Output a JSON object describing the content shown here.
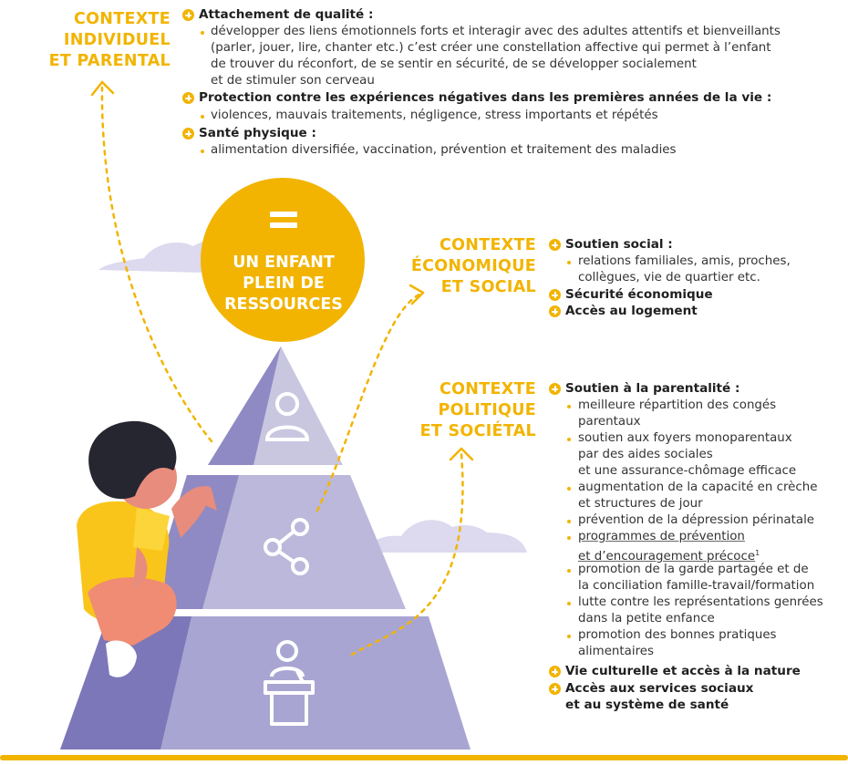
{
  "contexts": {
    "individual": {
      "title_lines": [
        "CONTEXTE",
        "INDIVIDUEL",
        "ET PARENTAL"
      ],
      "items": [
        {
          "heading": "Attachement de qualité :",
          "bullets": [
            [
              "développer des liens émotionnels forts et interagir avec des adultes attentifs et bienveillants",
              "(parler, jouer, lire, chanter etc.) c’est créer une constellation affective qui permet à l’enfant",
              "de trouver du réconfort, de se sentir en sécurité, de se développer socialement",
              "et de stimuler son cerveau"
            ]
          ]
        },
        {
          "heading": "Protection contre les expériences négatives dans les premières années de la vie :",
          "bullets": [
            [
              "violences, mauvais traitements, négligence, stress importants et répétés"
            ]
          ]
        },
        {
          "heading": "Santé physique :",
          "bullets": [
            [
              "alimentation diversifiée, vaccination, prévention et traitement des maladies"
            ]
          ]
        }
      ]
    },
    "economic": {
      "title_lines": [
        "CONTEXTE",
        "ÉCONOMIQUE",
        "ET SOCIAL"
      ],
      "items": [
        {
          "heading": "Soutien social :",
          "bullets": [
            [
              "relations familiales, amis, proches,",
              "collègues, vie de quartier etc."
            ]
          ]
        },
        {
          "heading": "Sécurité économique",
          "bullets": []
        },
        {
          "heading": "Accès au logement",
          "bullets": []
        }
      ]
    },
    "political": {
      "title_lines": [
        "CONTEXTE",
        "POLITIQUE",
        "ET SOCIÉTAL"
      ],
      "items": [
        {
          "heading": "Soutien à la parentalité :",
          "bullets": [
            [
              "meilleure répartition des congés",
              "parentaux"
            ],
            [
              "soutien aux foyers monoparentaux",
              "par des aides sociales",
              "et une assurance-chômage efficace"
            ],
            [
              "augmentation de la capacité en crèche",
              "et structures de jour"
            ],
            [
              "prévention de la dépression périnatale"
            ],
            [
              "programmes de prévention",
              "et d’encouragement précoce"
            ],
            [
              "promotion de la garde partagée et de",
              "la conciliation famille-travail/formation"
            ],
            [
              "lutte contre les représentations genrées",
              "dans la petite enfance"
            ],
            [
              "promotion des bonnes pratiques",
              "alimentaires"
            ]
          ]
        },
        {
          "heading": "Vie culturelle et accès à la nature",
          "bullets": []
        },
        {
          "heading": "Accès aux services sociaux",
          "heading2": "et au système de santé",
          "bullets": []
        }
      ],
      "footnote_mark": "1"
    }
  },
  "center": {
    "equals_symbol": "=",
    "lines": [
      "UN ENFANT",
      "PLEIN DE",
      "RESSOURCES"
    ]
  },
  "icons": [
    "person-icon",
    "share-icon",
    "speaker-podium-icon"
  ],
  "colors": {
    "accent_yellow": "#f2b400",
    "pyramid_light": "#c9c6e0",
    "pyramid_mid": "#a9a5d2",
    "pyramid_dark": "#7c77b8",
    "cloud": "#ddd9ee",
    "child_hair": "#262631",
    "child_skin": "#e88c7d",
    "child_shirt": "#f9c51a",
    "child_pants": "#f08c73"
  }
}
